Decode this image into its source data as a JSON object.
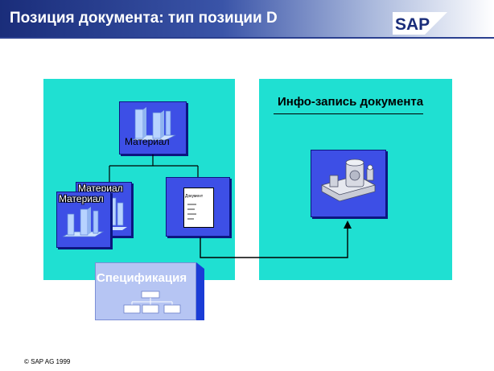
{
  "header": {
    "title": "Позиция документа: тип позиции D",
    "logo": "SAP"
  },
  "left_panel": {
    "material_top_label": "Материал",
    "material_back_label": "Материал",
    "material_front_label": "Материал",
    "document_label": "Документ"
  },
  "right_panel": {
    "title": "Инфо-запись документа",
    "image_icon": "machine-part-icon"
  },
  "bom": {
    "label": "Спецификация",
    "icon": "hierarchy-icon"
  },
  "footer": {
    "copyright": "© SAP AG 1999"
  },
  "colors": {
    "panel": "#1fe0d2",
    "tile": "#3d4fe6",
    "header_dark": "#1a2d7a",
    "spec_box": "#b6c5f3"
  }
}
